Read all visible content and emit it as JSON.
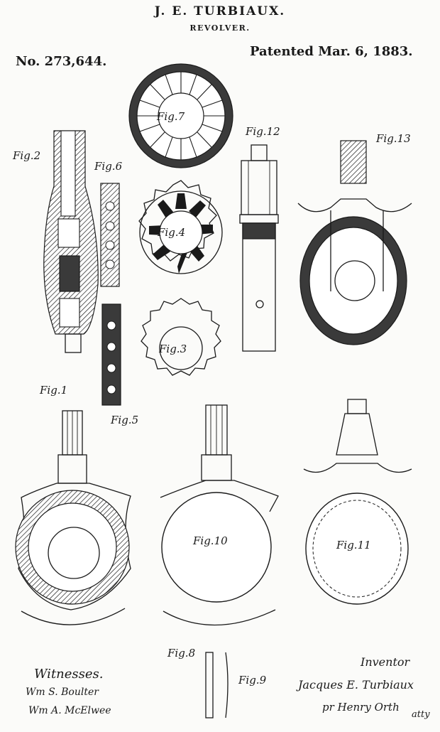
{
  "header": {
    "inventor_name": "J. E. TURBIAUX.",
    "title": "REVOLVER.",
    "patent_number": "No. 273,644.",
    "patent_date": "Patented Mar. 6, 1883."
  },
  "figures": {
    "fig1": "Fig.1",
    "fig2": "Fig.2",
    "fig3": "Fig.3",
    "fig4": "Fig.4",
    "fig5": "Fig.5",
    "fig6": "Fig.6",
    "fig7": "Fig.7",
    "fig8": "Fig.8",
    "fig9": "Fig.9",
    "fig10": "Fig.10",
    "fig11": "Fig.11",
    "fig12": "Fig.12",
    "fig13": "Fig.13"
  },
  "footer": {
    "witnesses_label": "Witnesses.",
    "witness1": "Wm S. Boulter",
    "witness2": "Wm A. McElwee",
    "inventor_label": "Inventor",
    "inventor_signature": "Jacques E. Turbiaux",
    "attorney": "pr Henry Orth",
    "atty": "atty"
  }
}
